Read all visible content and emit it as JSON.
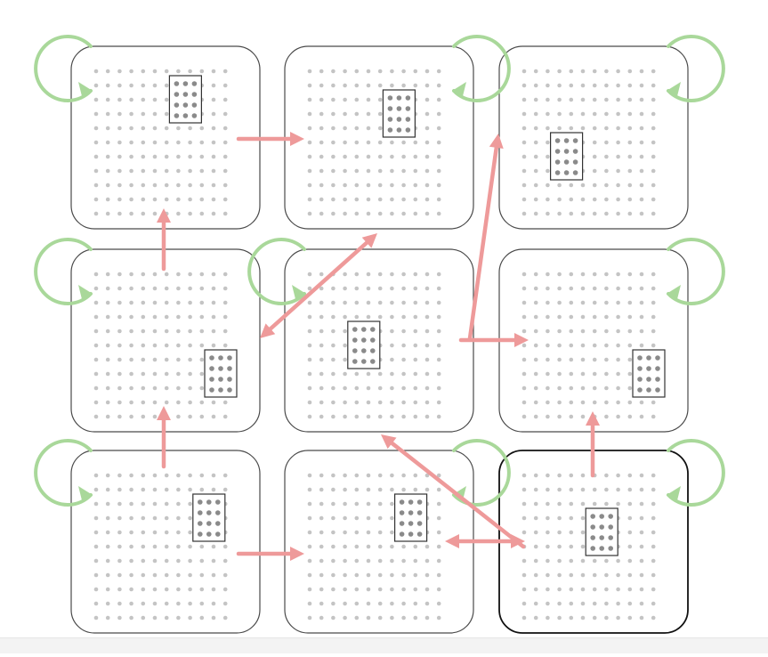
{
  "colors": {
    "background": "#ffffff",
    "panel_border": "#4a4a4a",
    "panel_border_emphasis": "#111111",
    "grid_dot": "#c4c4c4",
    "marker_dot": "#8a8a8a",
    "marker_border": "#333333",
    "transition_arrow": "#ee9a9a",
    "self_loop_arrow": "#a9d89a",
    "bottom_strip": "#f3f3f3"
  },
  "diagram": {
    "grid_rows": 3,
    "grid_cols": 3,
    "panel_dot_rows": 11,
    "panel_dot_cols": 12,
    "marker_dot_rows": 4,
    "marker_dot_cols": 3,
    "panels": [
      {
        "id": "r1c1",
        "row": 1,
        "col": 1,
        "marker": {
          "dot_row": 1,
          "dot_col": 7
        },
        "self_loop": "top-left",
        "emphasized": false
      },
      {
        "id": "r1c2",
        "row": 1,
        "col": 2,
        "marker": {
          "dot_row": 2,
          "dot_col": 7
        },
        "self_loop": "top-right",
        "emphasized": false
      },
      {
        "id": "r1c3",
        "row": 1,
        "col": 3,
        "marker": {
          "dot_row": 5,
          "dot_col": 3
        },
        "self_loop": "top-right",
        "emphasized": false
      },
      {
        "id": "r2c1",
        "row": 2,
        "col": 1,
        "marker": {
          "dot_row": 6,
          "dot_col": 10
        },
        "self_loop": "top-left",
        "emphasized": false
      },
      {
        "id": "r2c2",
        "row": 2,
        "col": 2,
        "marker": {
          "dot_row": 4,
          "dot_col": 4
        },
        "self_loop": "top-left",
        "emphasized": false
      },
      {
        "id": "r2c3",
        "row": 2,
        "col": 3,
        "marker": {
          "dot_row": 6,
          "dot_col": 10
        },
        "self_loop": "top-right",
        "emphasized": false
      },
      {
        "id": "r3c1",
        "row": 3,
        "col": 1,
        "marker": {
          "dot_row": 2,
          "dot_col": 9
        },
        "self_loop": "top-left",
        "emphasized": false
      },
      {
        "id": "r3c2",
        "row": 3,
        "col": 2,
        "marker": {
          "dot_row": 2,
          "dot_col": 8
        },
        "self_loop": "top-right",
        "emphasized": false
      },
      {
        "id": "r3c3",
        "row": 3,
        "col": 3,
        "marker": {
          "dot_row": 3,
          "dot_col": 6
        },
        "self_loop": "top-right",
        "emphasized": true
      }
    ],
    "transitions": [
      {
        "from": "r1c1",
        "to": "r1c2",
        "bidirectional": false
      },
      {
        "from": "r2c1",
        "to": "r1c1",
        "bidirectional": false
      },
      {
        "from": "r3c1",
        "to": "r2c1",
        "bidirectional": false
      },
      {
        "from": "r3c1",
        "to": "r3c2",
        "bidirectional": false
      },
      {
        "from": "r2c1",
        "to": "r1c2",
        "bidirectional": true
      },
      {
        "from": "r2c2",
        "to": "r1c3",
        "bidirectional": false
      },
      {
        "from": "r2c2",
        "to": "r2c3",
        "bidirectional": false
      },
      {
        "from": "r3c3",
        "to": "r2c2",
        "bidirectional": false
      },
      {
        "from": "r3c2",
        "to": "r3c3",
        "bidirectional": true
      },
      {
        "from": "r3c3",
        "to": "r2c3",
        "bidirectional": false
      }
    ]
  }
}
